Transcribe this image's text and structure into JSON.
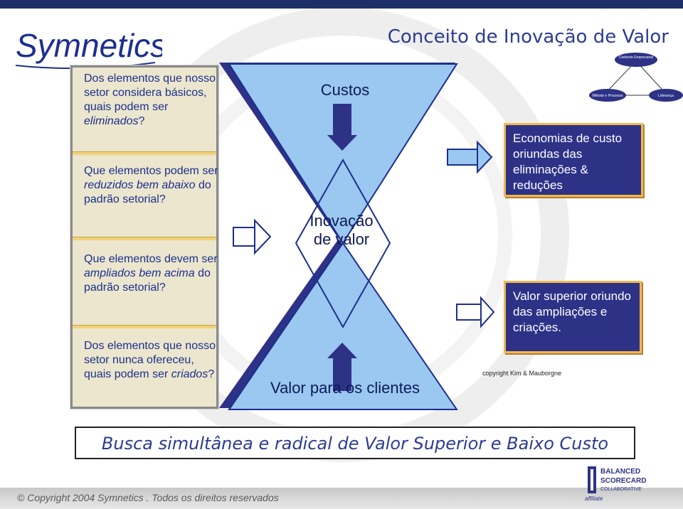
{
  "header": {
    "logo_text": "Symnetics",
    "title": "Conceito de Inovação de Valor"
  },
  "left_panel": {
    "q1": {
      "pre": "Dos elementos que nosso setor considera básicos, quais podem ser ",
      "em": "eliminados",
      "post": "?"
    },
    "q2": {
      "pre": "Que elementos podem ser ",
      "em": "reduzidos bem abaixo",
      "post": " do padrão setorial?"
    },
    "q3": {
      "pre": "Que elementos devem ser ",
      "em": "ampliados bem acima",
      "post": " do padrão setorial?"
    },
    "q4": {
      "pre": "Dos elementos que nosso setor nunca ofereceu, quais podem ser ",
      "em": "criados",
      "post": "?"
    }
  },
  "center": {
    "top_label": "Custos",
    "middle_label_1": "Inovação",
    "middle_label_2": "de valor",
    "bottom_label": "Valor para os clientes"
  },
  "right": {
    "box_top": "Economias de custo oriundas das eliminações & reduções",
    "box_bottom": "Valor superior oriundo das ampliações e criações.",
    "copyright_note": "copyright Kim & Mauborgne"
  },
  "mini_diagram": {
    "top": "Contexto Empresarial",
    "left": "Método e Processo",
    "right": "Liderança"
  },
  "banner": "Busca simultânea e radical de Valor Superior e Baixo Custo",
  "footer": {
    "copyright": "© Copyright 2004 Symnetics . Todos os direitos reservados",
    "partner_logo_line1": "BALANCED",
    "partner_logo_line2": "SCORECARD",
    "partner_logo_line3": "COLLABORATIVE",
    "partner_tag": "affiliate"
  },
  "colors": {
    "title_blue": "#2b3c93",
    "panel_bg": "#ebe6cd",
    "box_bg": "#2d3287",
    "box_border": "#f0b850",
    "funnel_fill": "#9ac8f0"
  }
}
